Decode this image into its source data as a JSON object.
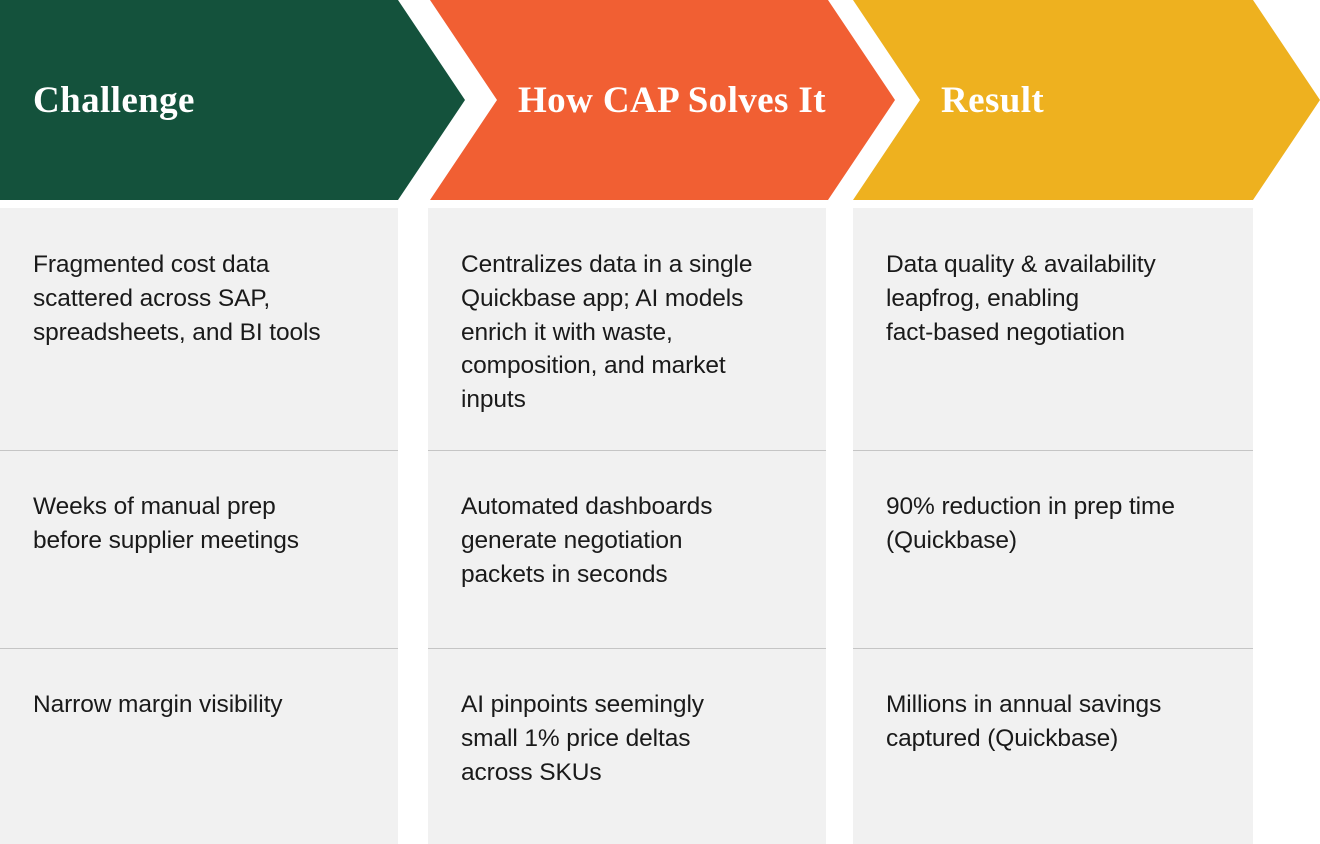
{
  "colors": {
    "challenge": "#14523C",
    "solution": "#F15F33",
    "result": "#EEB11F",
    "cell_background": "#F1F1F1",
    "divider": "#C5C5C5",
    "header_text": "#FFFFFF",
    "body_text": "#1A1A1A",
    "page_background": "#FFFFFF"
  },
  "headers": [
    {
      "label": "Challenge"
    },
    {
      "label": "How CAP Solves It"
    },
    {
      "label": "Result"
    }
  ],
  "rows": [
    {
      "challenge": "Fragmented cost data\nscattered across SAP,\nspreadsheets, and BI tools",
      "solution": "Centralizes data in a single\nQuickbase app; AI models\nenrich it with waste,\ncomposition, and market\ninputs",
      "result": "Data quality & availability\nleapfrog, enabling\nfact-based negotiation"
    },
    {
      "challenge": "Weeks of manual prep\nbefore supplier meetings",
      "solution": "Automated dashboards\ngenerate negotiation\npackets in seconds",
      "result": "90% reduction in prep time\n(Quickbase)"
    },
    {
      "challenge": "Narrow margin visibility",
      "solution": "AI pinpoints seemingly\nsmall 1% price deltas\nacross SKUs",
      "result": "Millions in annual savings\ncaptured (Quickbase)"
    }
  ]
}
